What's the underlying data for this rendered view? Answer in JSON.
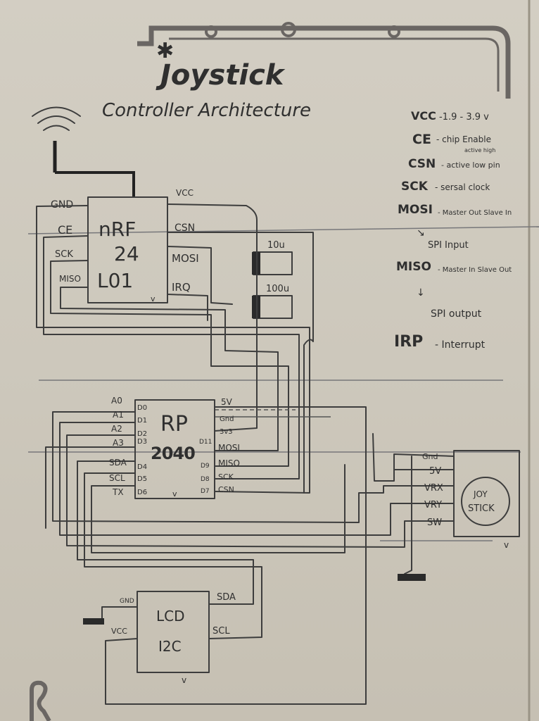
{
  "title": {
    "line1": "Joystick",
    "line2": "Controller Architecture"
  },
  "legend": [
    {
      "term": "VCC",
      "desc": "-1.9 - 3.9 v"
    },
    {
      "term": "CE",
      "desc": "- chip Enable",
      "note": "active high"
    },
    {
      "term": "CSN",
      "desc": "- active low pin"
    },
    {
      "term": "SCK",
      "desc": "- sersal clock"
    },
    {
      "term": "MOSI",
      "desc": "- Master Out Slave In",
      "sub": "SPI Input"
    },
    {
      "term": "MISO",
      "desc": "- Master In Slave Out",
      "sub": "SPI output"
    },
    {
      "term": "IRP",
      "desc": "- Interrupt"
    }
  ],
  "nrf": {
    "name_lines": [
      "nRF",
      "24",
      "L01"
    ],
    "left_pins": [
      "GND",
      "CE",
      "SCK",
      "MISO"
    ],
    "right_pins": [
      "VCC",
      "CSN",
      "MOSI",
      "IRQ"
    ]
  },
  "capacitors": [
    "10u",
    "100u"
  ],
  "rp2040": {
    "name_lines": [
      "RP",
      "2040"
    ],
    "left_labels": [
      "A0",
      "A1",
      "A2",
      "A3",
      "SDA",
      "SCL",
      "TX"
    ],
    "left_pins": [
      "D0",
      "D1",
      "D2",
      "D3",
      "D4",
      "D5",
      "D6"
    ],
    "right_labels": [
      "5V",
      "Gnd",
      "3v3",
      "MOSI",
      "MISO",
      "SCK",
      "CSN"
    ],
    "right_pins": [
      "D11",
      "D9",
      "D8",
      "D7"
    ]
  },
  "joystick": {
    "name_lines": [
      "JOY",
      "STICK"
    ],
    "pins": [
      "Gnd",
      "5V",
      "VRX",
      "VRY",
      "SW"
    ]
  },
  "lcd": {
    "name_lines": [
      "LCD",
      "I2C"
    ],
    "left_pins": [
      "GND",
      "VCC"
    ],
    "right_pins": [
      "SDA",
      "SCL"
    ]
  },
  "checkmark": "v"
}
